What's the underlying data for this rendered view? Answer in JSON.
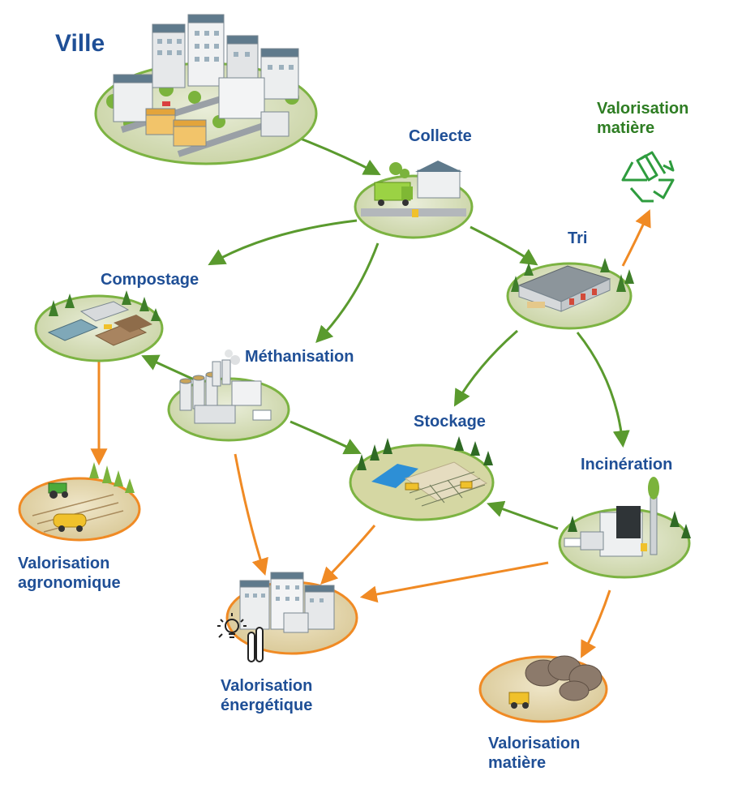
{
  "colors": {
    "title_blue": "#1f4f96",
    "label_green": "#2e7d23",
    "flow_green": "#5a9a2e",
    "flow_orange": "#f08a24",
    "ring_green": "#7cb342",
    "ring_orange": "#f08a24"
  },
  "nodes": {
    "ville": "Ville",
    "collecte": "Collecte",
    "tri": "Tri",
    "compostage": "Compostage",
    "methanisation": "Méthanisation",
    "stockage": "Stockage",
    "incineration": "Incinération",
    "val_matiere_top_1": "Valorisation",
    "val_matiere_top_2": "matière",
    "val_agro_1": "Valorisation",
    "val_agro_2": "agronomique",
    "val_energie_1": "Valorisation",
    "val_energie_2": "énergétique",
    "val_matiere_bottom_1": "Valorisation",
    "val_matiere_bottom_2": "matière"
  },
  "icons": {
    "recycle": "recycle-icon",
    "lightbulb": "lightbulb-icon",
    "battery": "battery-icon"
  }
}
